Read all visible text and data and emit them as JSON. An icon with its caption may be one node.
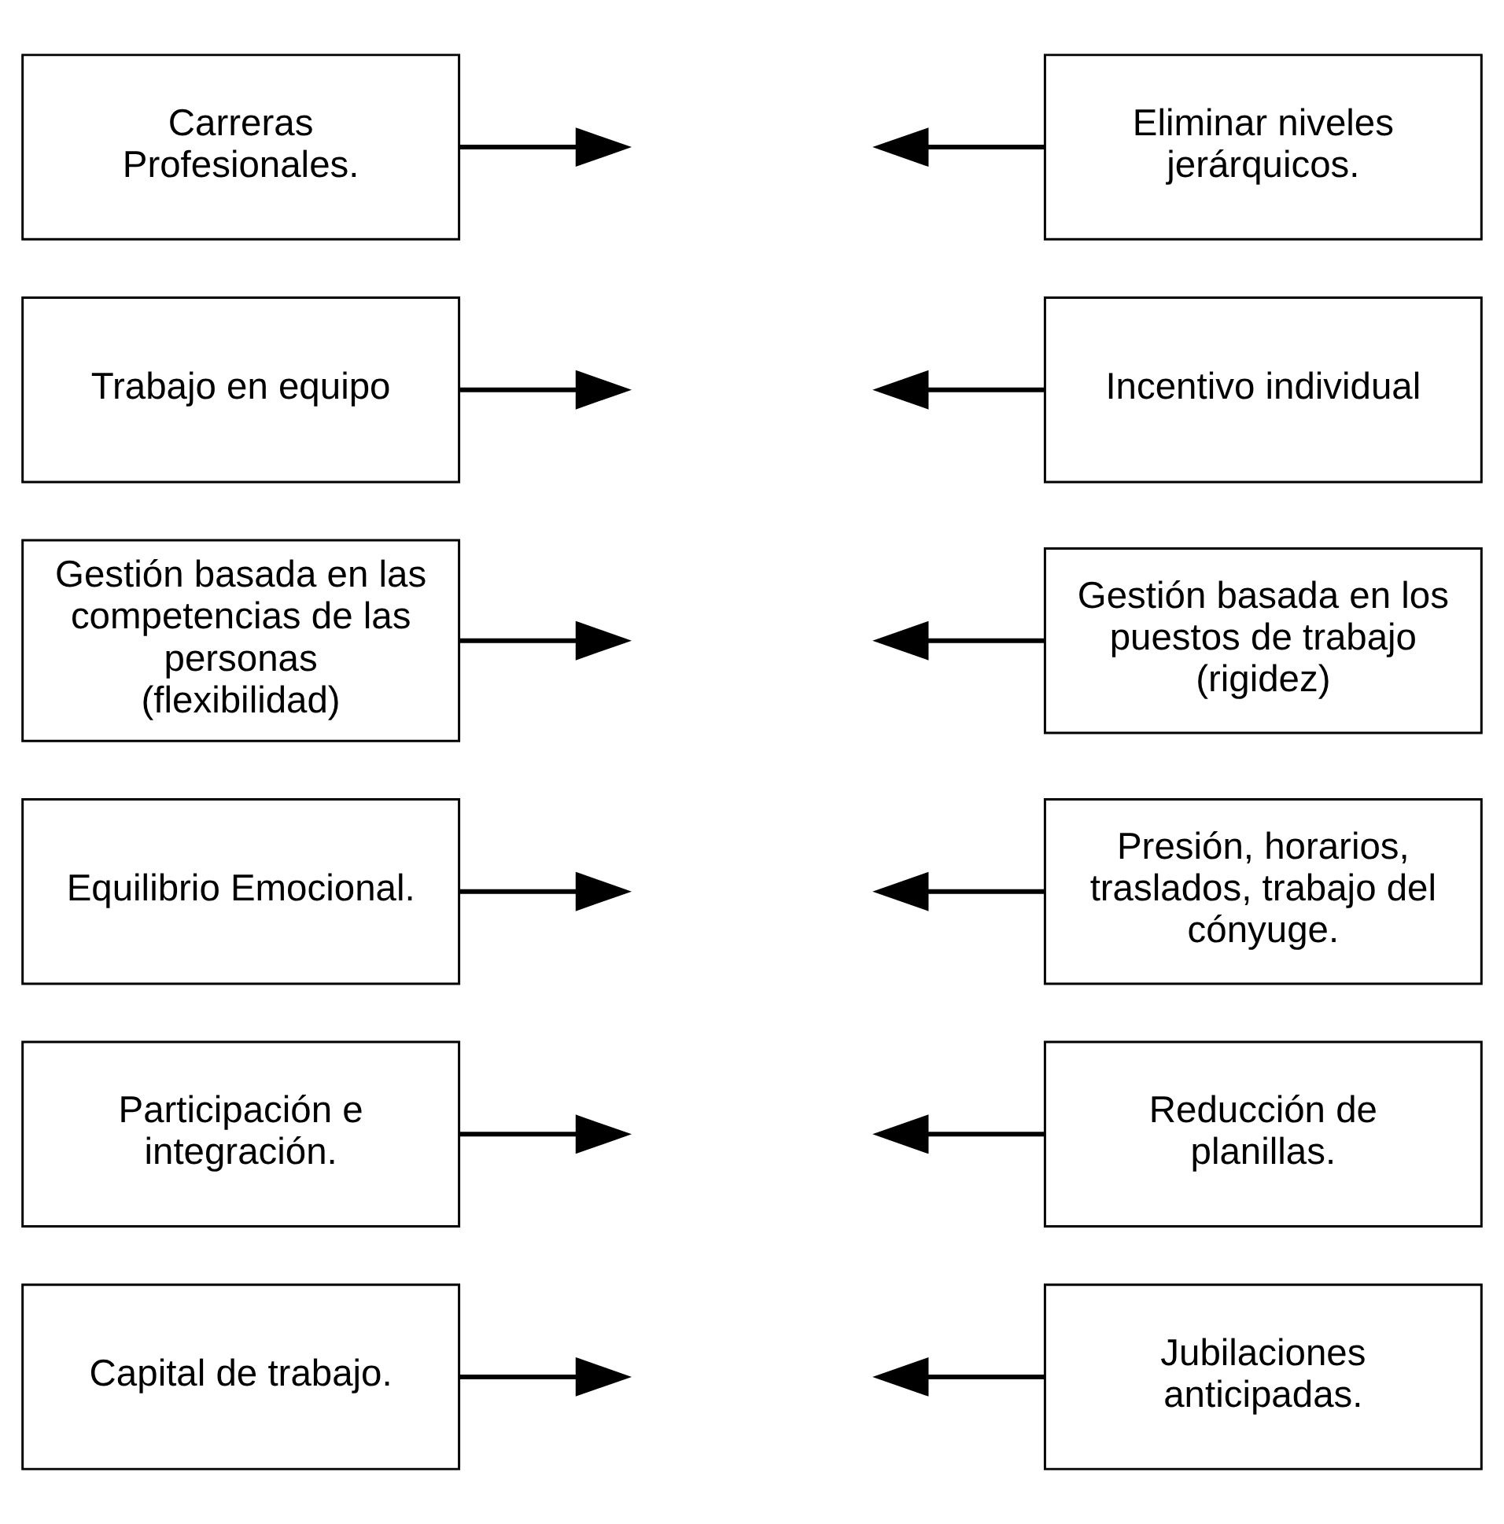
{
  "diagram": {
    "nodes": [
      {
        "text": [
          "Carreras Profesionales."
        ]
      },
      {
        "text": [
          "Eliminar niveles jerárquicos."
        ]
      },
      {
        "text": [
          "Trabajo en equipo"
        ]
      },
      {
        "text": [
          "Incentivo individual"
        ]
      },
      {
        "text": [
          "Gestión basada en las competencias de las personas (flexibilidad)"
        ]
      },
      {
        "text": [
          "Gestión basada en los puestos de trabajo (rigidez)"
        ]
      },
      {
        "text": [
          "Equilibrio Emocional."
        ]
      },
      {
        "text": [
          "Presión, horarios, traslados, trabajo del cónyuge."
        ]
      },
      {
        "text": [
          "Participación e integración."
        ]
      },
      {
        "text": [
          "Reducción de planillas."
        ]
      },
      {
        "text": [
          "Capital de trabajo."
        ]
      },
      {
        "text": [
          "Jubilaciones anticipadas."
        ]
      }
    ],
    "edges": [
      {
        "from": 0,
        "to": null,
        "arrow": "to"
      },
      {
        "from": 1,
        "to": null,
        "arrow": "to"
      },
      {
        "from": 2,
        "to": null,
        "arrow": "to"
      },
      {
        "from": 3,
        "to": null,
        "arrow": "to"
      },
      {
        "from": 4,
        "to": null,
        "arrow": "to"
      },
      {
        "from": 5,
        "to": null,
        "arrow": "to"
      },
      {
        "from": 6,
        "to": null,
        "arrow": "to"
      },
      {
        "from": 7,
        "to": null,
        "arrow": "to"
      },
      {
        "from": 8,
        "to": null,
        "arrow": "to"
      },
      {
        "from": 9,
        "to": null,
        "arrow": "to"
      },
      {
        "from": 10,
        "to": null,
        "arrow": "to"
      },
      {
        "from": 11,
        "to": null,
        "arrow": "to"
      }
    ]
  }
}
